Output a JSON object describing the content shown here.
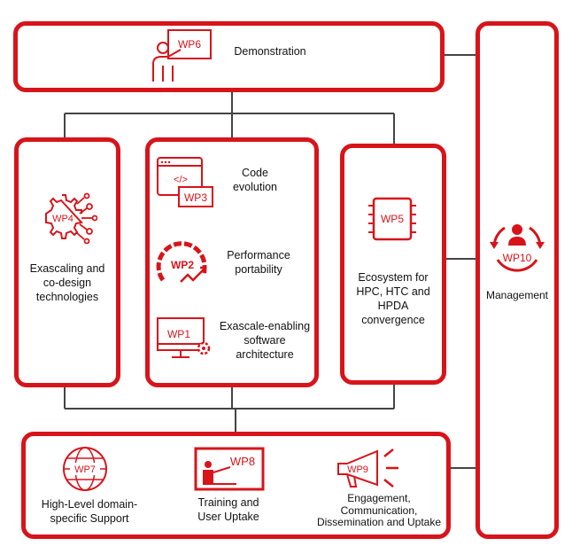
{
  "wp6": {
    "code": "WP6",
    "label": "Demonstration"
  },
  "wp4": {
    "code": "WP4",
    "label_lines": [
      "Exascaling and",
      "co-design",
      "technologies"
    ]
  },
  "wp3": {
    "code": "WP3",
    "label_lines": [
      "Code",
      "evolution"
    ]
  },
  "wp2": {
    "code": "WP2",
    "label_lines": [
      "Performance",
      "portability"
    ]
  },
  "wp1": {
    "code": "WP1",
    "label_lines": [
      "Exascale-enabling",
      "software",
      "architecture"
    ]
  },
  "wp5": {
    "code": "WP5",
    "label_lines": [
      "Ecosystem for",
      "HPC, HTC and",
      "HPDA",
      "convergence"
    ]
  },
  "wp10": {
    "code": "WP10",
    "label": "Management"
  },
  "wp7": {
    "code": "WP7",
    "label_lines": [
      "High-Level domain-",
      "specific Support"
    ]
  },
  "wp8": {
    "code": "WP8",
    "label_lines": [
      "Training and",
      "User Uptake"
    ]
  },
  "wp9": {
    "code": "WP9",
    "label_lines": [
      "Engagement,",
      "Communication,",
      "Dissemination and Uptake"
    ]
  },
  "colors": {
    "accent": "#d7141a",
    "connector": "#444444"
  },
  "icons": {
    "wp6": "presenter-board-icon",
    "wp4": "gear-circuit-icon",
    "wp3": "code-window-icon",
    "wp2": "speedometer-icon",
    "wp1": "monitor-gear-icon",
    "wp5": "chip-icon",
    "wp10": "manager-cycle-icon",
    "wp7": "globe-icon",
    "wp8": "trainer-board-icon",
    "wp9": "megaphone-icon"
  }
}
